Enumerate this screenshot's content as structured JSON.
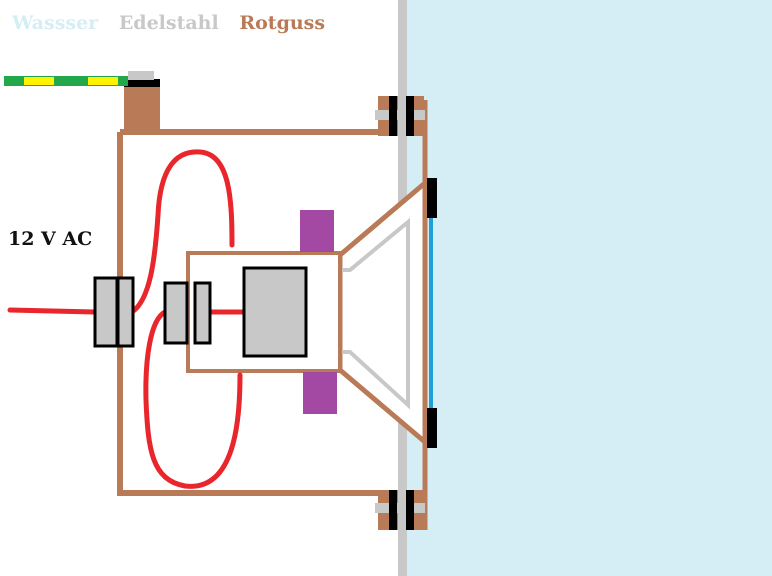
{
  "legend": [
    {
      "label": "Wassser",
      "color": "#d5edf5"
    },
    {
      "label": "Edelstahl",
      "color": "#c8c8c8"
    },
    {
      "label": "Rotguss",
      "color": "#b97a57"
    }
  ],
  "supply_label": "12 V AC",
  "colors": {
    "water": "#d5edf5",
    "steel": "#c8c8c8",
    "bronze": "#b97a57",
    "wire": "#e8262b",
    "ground_green": "#22a84a",
    "ground_yellow": "#fff200",
    "magnet": "#a349a4",
    "membrane": "#1e9fd8",
    "outline": "#000000"
  }
}
